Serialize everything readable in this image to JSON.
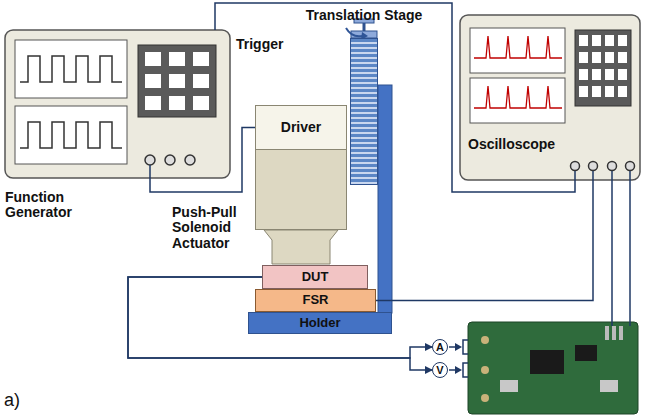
{
  "diagram": {
    "nodes": [
      {
        "text": [
          "Translation Stage"
        ]
      },
      {
        "text": [
          "Function Generator"
        ]
      },
      {
        "text": [
          "Oscilloscope"
        ]
      },
      {
        "text": [
          "Driver"
        ]
      },
      {
        "text": [
          "Push-Pull Solenoid Actuator"
        ]
      },
      {
        "text": [
          "DUT"
        ]
      },
      {
        "text": [
          "FSR"
        ]
      },
      {
        "text": [
          "Holder"
        ]
      },
      {
        "text": [
          "A"
        ]
      },
      {
        "text": [
          "V"
        ]
      }
    ],
    "edges": [
      {
        "from": 1,
        "to": 2,
        "label": "Trigger",
        "arrow": "none"
      },
      {
        "from": 1,
        "to": 3,
        "arrow": "none"
      },
      {
        "from": 5,
        "to": 8,
        "arrow": "to"
      },
      {
        "from": 5,
        "to": 9,
        "arrow": "to"
      },
      {
        "from": 6,
        "to": 2,
        "arrow": "none"
      }
    ],
    "labels": [
      "a)"
    ]
  }
}
